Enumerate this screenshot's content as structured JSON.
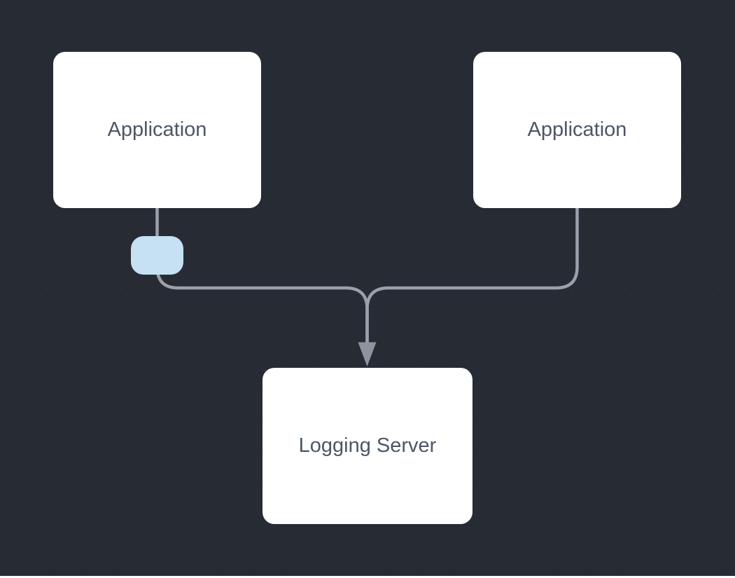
{
  "canvas": {
    "background_color": "#272b33",
    "bottom_strip_color": "#ffffff"
  },
  "nodes": {
    "app_left": {
      "label": "Application"
    },
    "app_right": {
      "label": "Application"
    },
    "logging_server": {
      "label": "Logging Server"
    }
  },
  "edges": [
    {
      "from": "app_left",
      "to": "logging_server",
      "style": "rounded-orthogonal",
      "arrow": "down"
    },
    {
      "from": "app_right",
      "to": "logging_server",
      "style": "rounded-orthogonal",
      "arrow": "down"
    }
  ],
  "edge_label_badge": {
    "color": "#c5e1f3",
    "attached_to": "edge from app_left",
    "text": ""
  },
  "colors": {
    "node_fill": "#ffffff",
    "node_text": "#4d5665",
    "edge_stroke": "#9aa0ac",
    "arrowhead_fill": "#8d94a1",
    "badge_fill": "#c5e1f3",
    "canvas": "#272b33"
  }
}
